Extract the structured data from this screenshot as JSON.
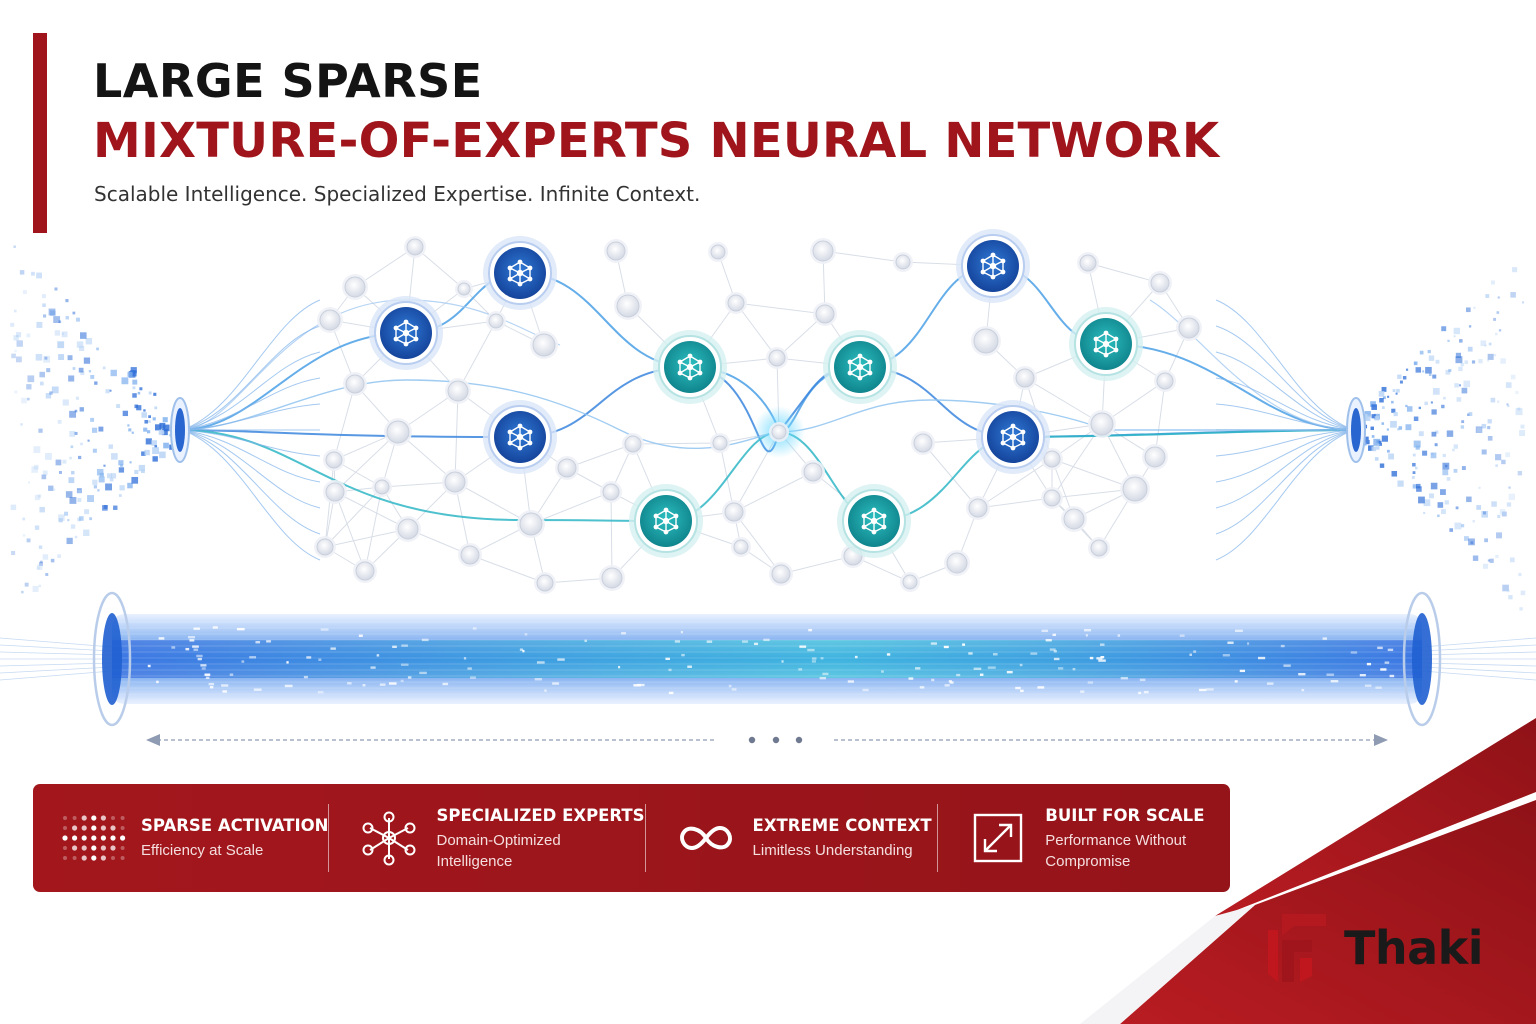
{
  "header": {
    "title_line1": "LARGE SPARSE",
    "title_line2": "MIXTURE-OF-EXPERTS NEURAL NETWORK",
    "subtitle": "Scalable Intelligence. Specialized Expertise. Infinite Context."
  },
  "colors": {
    "accent_red": "#a0151b",
    "expert_blue": "#1f5fbf",
    "expert_teal": "#1aa3a8",
    "node_gray": "#dfe3ec",
    "text_dark": "#141414"
  },
  "features": [
    {
      "icon": "dot-grid-icon",
      "title": "SPARSE ACTIVATION",
      "subtitle": "Efficiency at Scale"
    },
    {
      "icon": "network-nodes-icon",
      "title": "SPECIALIZED EXPERTS",
      "subtitle": "Domain-Optimized Intelligence"
    },
    {
      "icon": "infinity-icon",
      "title": "EXTREME CONTEXT",
      "subtitle": "Limitless Understanding"
    },
    {
      "icon": "expand-arrows-icon",
      "title": "BUILT FOR SCALE",
      "subtitle": "Performance Without Compromise"
    }
  ],
  "brand": {
    "name": "Thaki",
    "logo_icon": "thaki-logo-icon"
  },
  "diagram": {
    "experts": [
      {
        "id": "e1",
        "tone": "blue"
      },
      {
        "id": "e2",
        "tone": "blue"
      },
      {
        "id": "e3",
        "tone": "blue"
      },
      {
        "id": "e4",
        "tone": "teal"
      },
      {
        "id": "e5",
        "tone": "teal"
      },
      {
        "id": "e6",
        "tone": "teal"
      },
      {
        "id": "e7",
        "tone": "teal"
      },
      {
        "id": "e8",
        "tone": "blue"
      },
      {
        "id": "e9",
        "tone": "teal"
      },
      {
        "id": "e10",
        "tone": "blue"
      }
    ]
  }
}
